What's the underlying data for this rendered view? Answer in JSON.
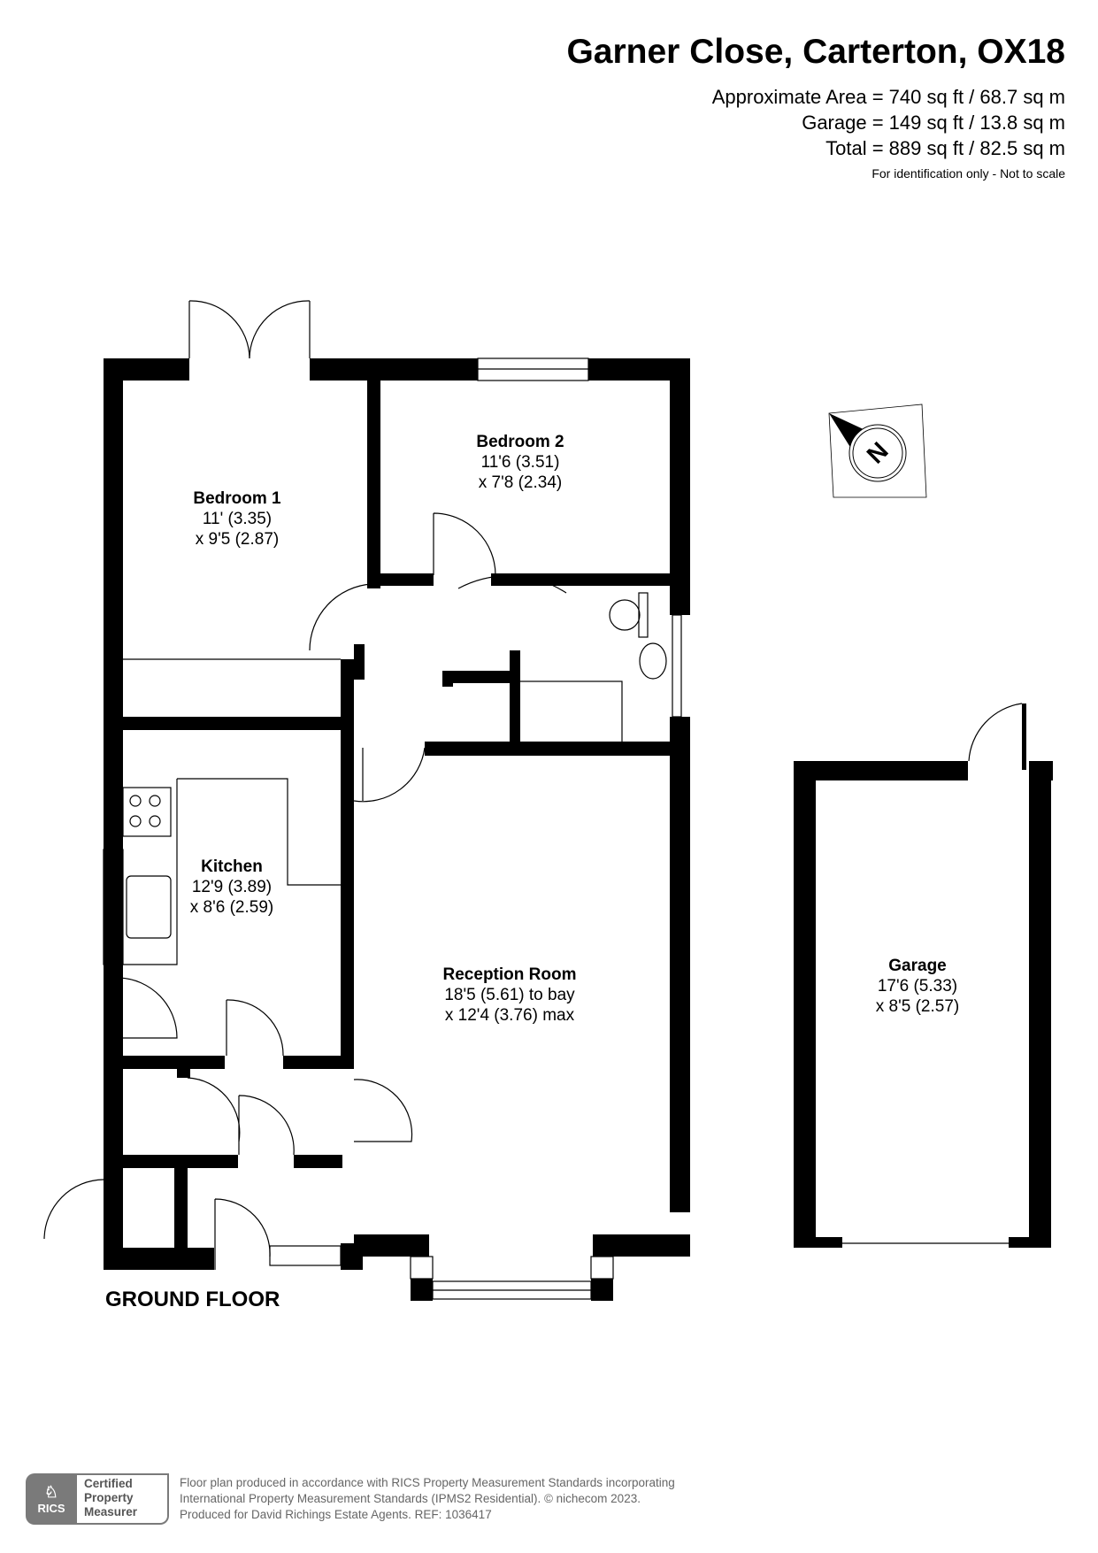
{
  "header": {
    "title": "Garner Close, Carterton, OX18",
    "approximate_area": "Approximate Area = 740 sq ft / 68.7 sq m",
    "garage_area": "Garage = 149 sq ft / 13.8 sq m",
    "total_area": "Total = 889 sq ft / 82.5 sq m",
    "disclaimer": "For identification only - Not to scale"
  },
  "compass": {
    "icon": "compass-north-icon",
    "letter": "N"
  },
  "rooms": [
    {
      "name": "Bedroom 1",
      "dim1": "11' (3.35)",
      "dim2": "x 9'5 (2.87)"
    },
    {
      "name": "Bedroom 2",
      "dim1": "11'6 (3.51)",
      "dim2": "x 7'8 (2.34)"
    },
    {
      "name": "Kitchen",
      "dim1": "12'9 (3.89)",
      "dim2": "x 8'6 (2.59)"
    },
    {
      "name": "Reception Room",
      "dim1": "18'5 (5.61) to bay",
      "dim2": "x 12'4 (3.76) max"
    },
    {
      "name": "Garage",
      "dim1": "17'6 (5.33)",
      "dim2": "x 8'5 (2.57)"
    }
  ],
  "floor_label": "GROUND FLOOR",
  "footer": {
    "badge_logo": "RICS",
    "badge_line1": "Certified",
    "badge_line2": "Property",
    "badge_line3": "Measurer",
    "line1": "Floor plan produced in accordance with RICS Property Measurement Standards incorporating",
    "line2": "International Property Measurement Standards (IPMS2 Residential).   © nichecom 2023.",
    "line3": "Produced for David Richings Estate Agents.   REF:  1036417"
  }
}
